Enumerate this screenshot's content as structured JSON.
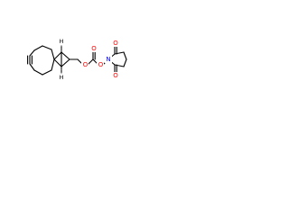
{
  "structure": {
    "atoms": {
      "ester_oxygen": "O",
      "carbonate_oxygen_top": "O",
      "carbonate_oxygen_n": "O",
      "nitrogen": "N",
      "imide_oxygen_top": "O",
      "imide_oxygen_bottom": "O"
    },
    "stereo": {
      "h_top": "H",
      "h_bottom": "H"
    },
    "colors": {
      "bond": "#000000",
      "oxygen": "#ff0000",
      "nitrogen": "#0000ff",
      "carbon_label": "#000000"
    }
  }
}
